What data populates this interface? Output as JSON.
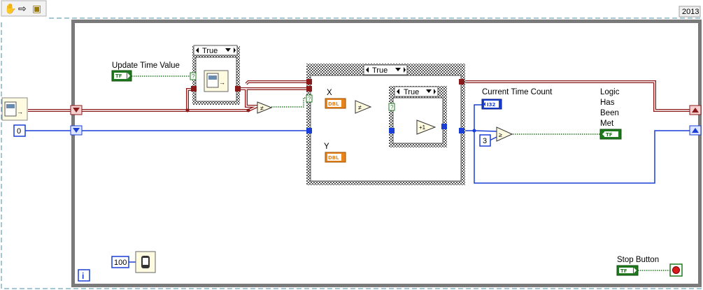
{
  "toolbar": {
    "tools": [
      {
        "name": "operate-hand-icon",
        "glyph": "✋"
      },
      {
        "name": "run-arrow-icon",
        "glyph": "⇨"
      },
      {
        "name": "palette-icon",
        "glyph": "▣"
      }
    ]
  },
  "version_label": "2013",
  "labels": {
    "update_time_value": "Update Time Value",
    "x": "X",
    "y": "Y",
    "current_time_count": "Current Time Count",
    "logic_line1": "Logic",
    "logic_line2": "Has",
    "logic_line3": "Been",
    "logic_line4": "Met",
    "stop_button": "Stop Button"
  },
  "terminals": {
    "tf": "TF",
    "dbl": "DBL",
    "i32": "I32"
  },
  "cases": {
    "small_case": "True",
    "middle_case": "True",
    "inner_case": "True"
  },
  "constants": {
    "zero": "0",
    "three": "3",
    "hundred": "100",
    "loop_index": "i"
  },
  "nodes": {
    "increment": "+1",
    "not_equal": "≠",
    "gte": "≥"
  },
  "colors": {
    "wire_blue": "#1a3fd6",
    "wire_red": "#8b1a1a",
    "wire_green": "#1f7a1f",
    "wire_orange": "#e8841a",
    "loop_border": "#7a7a7a",
    "case_border": "#6e6e6e"
  }
}
